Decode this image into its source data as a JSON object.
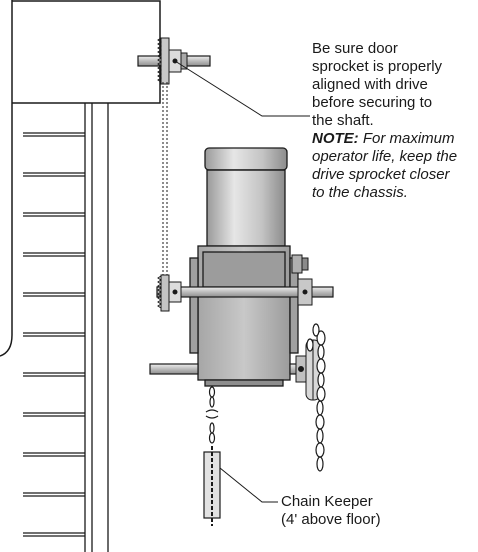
{
  "callouts": {
    "sprocket_alignment": {
      "lines": [
        "Be sure door",
        "sprocket is properly",
        "aligned with drive",
        "before securing to",
        "the shaft."
      ],
      "note_label": "NOTE:",
      "note_lines": [
        "For maximum",
        "operator life, keep the",
        "drive sprocket closer",
        "to the chassis."
      ]
    },
    "chain_keeper": {
      "lines": [
        "Chain Keeper",
        "(4' above floor)"
      ]
    }
  },
  "colors": {
    "ink": "#1a1a1a",
    "metal_light": "#d9d9d9",
    "metal_mid": "#bdbdbd",
    "metal_dark": "#8a8a8a",
    "housing": "#b8b8b8",
    "motor": "#d0d0d0"
  }
}
